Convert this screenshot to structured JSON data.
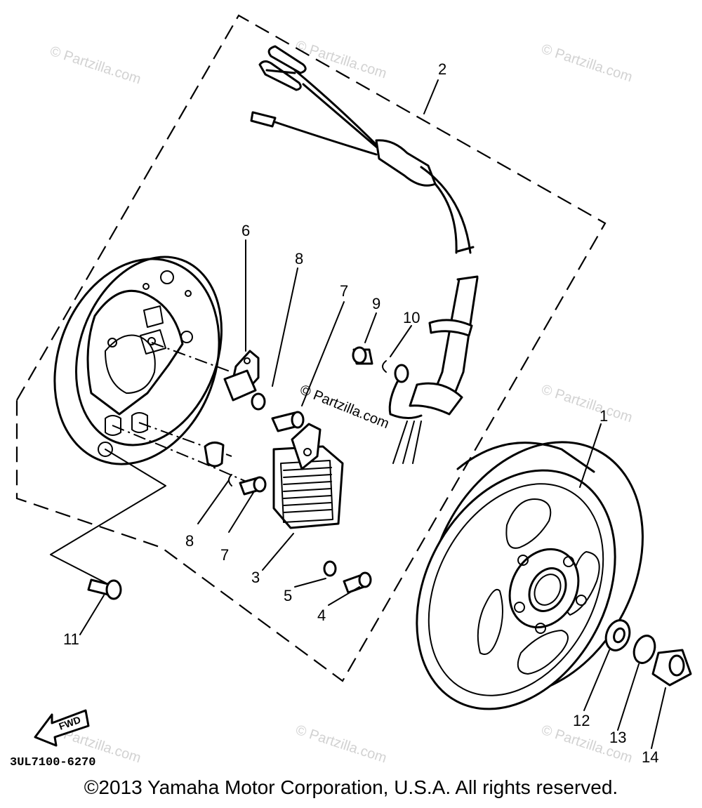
{
  "watermark": "© Partzilla.com",
  "center_watermark": "© Partzilla.com",
  "callouts": {
    "c1": "1",
    "c2": "2",
    "c3": "3",
    "c4": "4",
    "c5": "5",
    "c6": "6",
    "c7a": "7",
    "c7b": "7",
    "c8a": "8",
    "c8b": "8",
    "c9": "9",
    "c10": "10",
    "c11": "11",
    "c12": "12",
    "c13": "13",
    "c14": "14"
  },
  "fwd_label": "FWD",
  "diagram_code": "3UL7100-6270",
  "copyright": "©2013 Yamaha Motor Corporation, U.S.A. All rights reserved."
}
